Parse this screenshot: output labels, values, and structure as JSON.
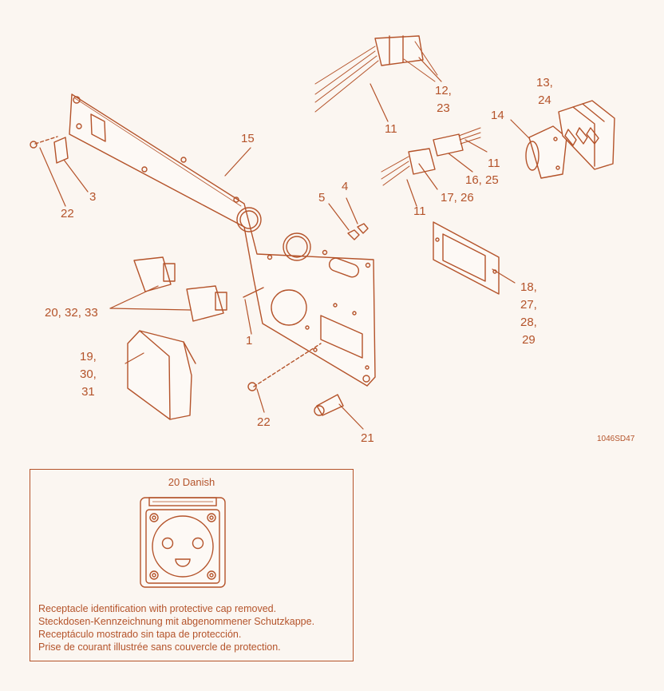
{
  "diagram": {
    "ink_color": "#b4532a",
    "background": "#fbf6f1",
    "drawing_id": "1046SD47",
    "callouts": {
      "c1112a": "11",
      "c1223": "12,\n23",
      "c1324": "13,\n24",
      "c14": "14",
      "c15": "15",
      "c1625": "16, 25",
      "c1726": "17, 26",
      "c11b": "11",
      "c11c": "11",
      "c5": "5",
      "c4": "4",
      "c3": "3",
      "c22a": "22",
      "c20": "20, 32, 33",
      "c1": "1",
      "c18": "18,\n27,\n28,\n29",
      "c19": "19,\n30,\n31",
      "c22b": "22",
      "c21": "21"
    },
    "inset": {
      "title": "20 Danish",
      "notes": [
        "Receptacle identification with protective cap removed.",
        "Steckdosen-Kennzeichnung mit abgenommener Schutzkappe.",
        "Receptáculo mostrado sin tapa de protección.",
        "Prise de courant illustrée sans couvercle de protection."
      ]
    }
  }
}
